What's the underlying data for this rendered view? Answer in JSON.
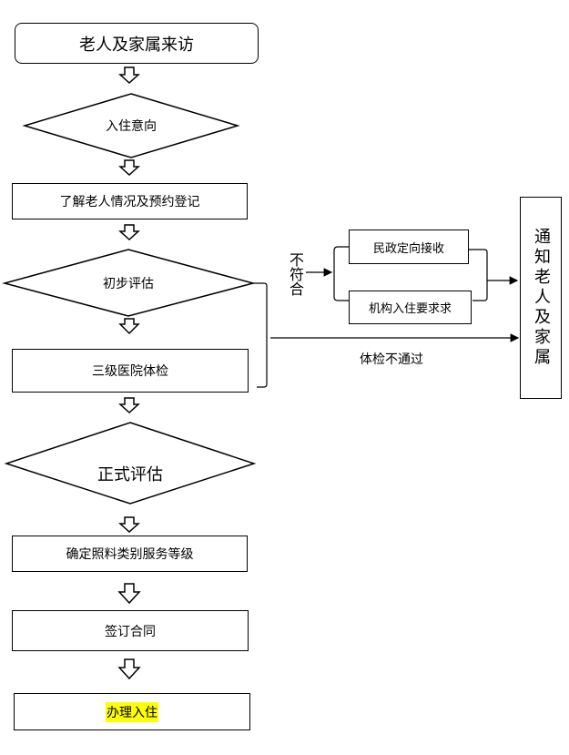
{
  "flowchart": {
    "start": "老人及家属来访",
    "intent": "入住意向",
    "understand": "了解老人情况及预约登记",
    "initial_assessment": "初步评估",
    "physical_exam": "三级医院体检",
    "formal_assessment": "正式评估",
    "care_level": "确定照料类别服务等级",
    "sign_contract": "签订合同",
    "check_in": "办理入住"
  },
  "side": {
    "not_meet": "不符合",
    "civil_affairs": "民政定向接收",
    "institution_req": "机构入住要求求",
    "exam_failed": "体检不通过",
    "notify": "通知老人及家属"
  },
  "colors": {
    "highlight": "#ffff00",
    "stroke": "#000000"
  }
}
